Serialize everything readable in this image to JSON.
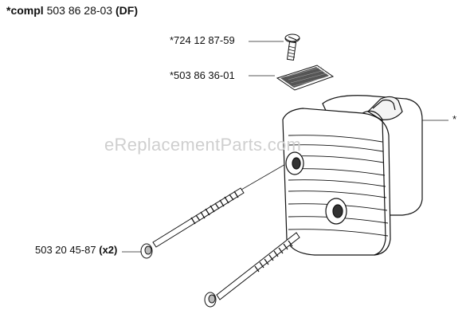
{
  "title": {
    "prefix": "*compl",
    "number": "503 86 28-03",
    "suffix": "(DF)"
  },
  "parts": [
    {
      "number": "*724 12 87-59"
    },
    {
      "number": "*503 86 36-01"
    },
    {
      "number": "*"
    },
    {
      "number": "503 20 45-87",
      "qty": "(x2)"
    }
  ],
  "watermark": "eReplacementParts.com"
}
